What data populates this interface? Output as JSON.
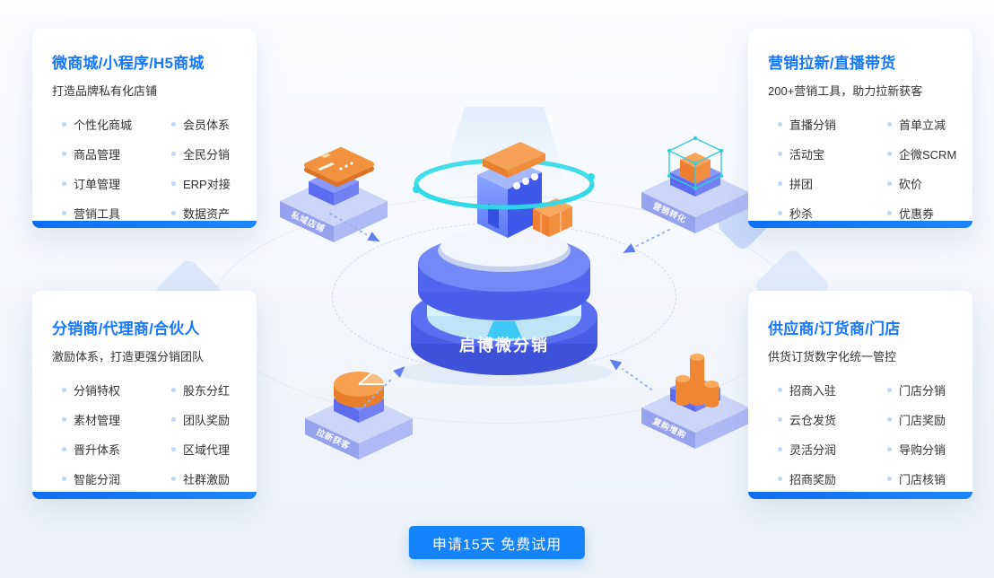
{
  "page": {
    "accent_blue": "#1677ff",
    "card_bar_blue": "#1377f8",
    "cta_blue": "#1583f9",
    "icon_orange": "#f2913e",
    "ring_teal": "#2fd9e8",
    "background_top": "#fbfdff",
    "background_bottom": "#edf2f9"
  },
  "cards": [
    {
      "title": "微商城/小程序/H5商城",
      "subtitle": "打造品牌私有化店铺",
      "items": [
        "个性化商城",
        "会员体系",
        "商品管理",
        "全民分销",
        "订单管理",
        "ERP对接",
        "营销工具",
        "数据资产"
      ]
    },
    {
      "title": "营销拉新/直播带货",
      "subtitle": "200+营销工具，助力拉新获客",
      "items": [
        "直播分销",
        "首单立减",
        "活动宝",
        "企微SCRM",
        "拼团",
        "砍价",
        "秒杀",
        "优惠券"
      ]
    },
    {
      "title": "分销商/代理商/合伙人",
      "subtitle": "激励体系，打造更强分销团队",
      "items": [
        "分销特权",
        "股东分红",
        "素材管理",
        "团队奖励",
        "晋升体系",
        "区域代理",
        "智能分润",
        "社群激励"
      ]
    },
    {
      "title": "供应商/订货商/门店",
      "subtitle": "供货订货数字化统一管控",
      "items": [
        "招商入驻",
        "门店分销",
        "云仓发货",
        "门店奖励",
        "灵活分润",
        "导购分销",
        "招商奖励",
        "门店核销"
      ]
    }
  ],
  "center": {
    "label": "启博微分销"
  },
  "satellites": [
    {
      "label": "私域店铺",
      "icon": "membership-card-icon"
    },
    {
      "label": "营销转化",
      "icon": "wireframe-cube-icon"
    },
    {
      "label": "拉新获客",
      "icon": "pie-chart-icon"
    },
    {
      "label": "复购增购",
      "icon": "bar-chart-icon"
    }
  ],
  "cta": {
    "label": "申请15天 免费试用"
  }
}
